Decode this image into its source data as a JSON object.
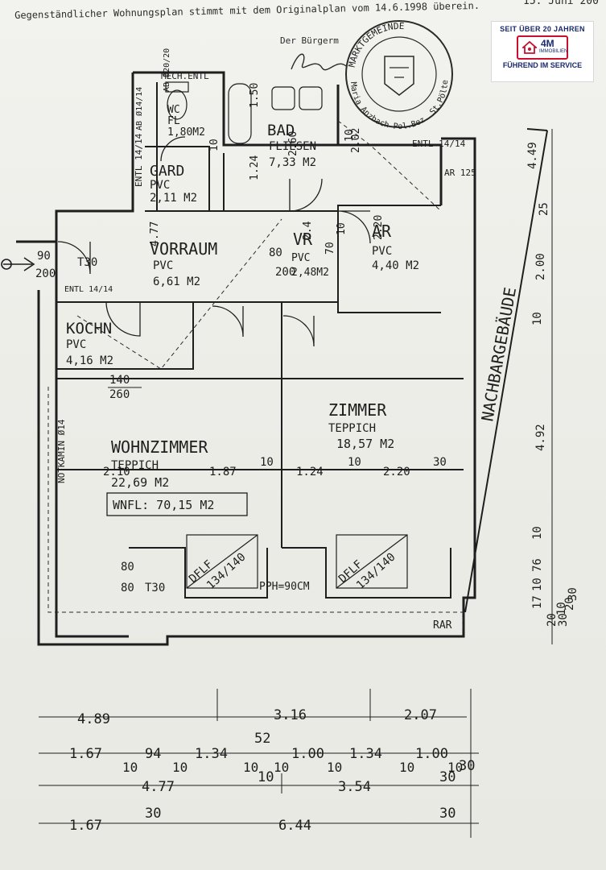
{
  "header": {
    "note": "Gegenständlicher Wohnungsplan stimmt mit dem Originalplan vom 14.6.1998 überein.",
    "date": "15. Juni 200",
    "signer": "Der Bürgerm"
  },
  "stamp": {
    "ring_top": "MARKTGEMEINDE",
    "ring_bottom": "Maria Anzbach Pol.Bez. St.Pölten, N.Ö."
  },
  "badge": {
    "top": "SEIT ÜBER 20 JAHREN",
    "brand": "4M",
    "brand_sub": "IMMOBILIEN",
    "bottom": "FÜHREND IM SERVICE",
    "accent": "#c8102e",
    "navy": "#1a2a6c"
  },
  "rooms": {
    "wc": {
      "name": "WC",
      "floor": "FL",
      "area": "1,80M2"
    },
    "bad": {
      "name": "BAD",
      "floor": "FLIESEN",
      "area": "7,33 M2"
    },
    "gard": {
      "name": "GARD",
      "floor": "PVC",
      "area": "2,11 M2"
    },
    "vorraum": {
      "name": "VORRAUM",
      "floor": "PVC",
      "area": "6,61 M2"
    },
    "vr": {
      "name": "VR",
      "floor": "PVC",
      "area": "2,48M2"
    },
    "ar": {
      "name": "AR",
      "floor": "PVC",
      "area": "4,40 M2"
    },
    "kochn": {
      "name": "KOCHN",
      "floor": "PVC",
      "area": "4,16 M2"
    },
    "wohnzimmer": {
      "name": "WOHNZIMMER",
      "floor": "TEPPICH",
      "area": "22,69 M2"
    },
    "zimmer": {
      "name": "ZIMMER",
      "floor": "TEPPICH",
      "area": "18,57 M2"
    }
  },
  "summary": {
    "wnfl": "WNFL: 70,15 M2"
  },
  "labels": {
    "nachbar": "NACHBARGEBÄUDE",
    "mech_entl": "MECH.ENTL",
    "entl_top_right": "ENTL 14/14",
    "entl_left": "ENTL 14/14",
    "entl_vorraum": "ENTL 14/14",
    "ar125": "AR 125",
    "notkamin": "NOTKAMIN Ø14",
    "pph": "PPH=90CM",
    "rar": "RAR",
    "t30_entry": "T30",
    "t30_bottom": "T30",
    "dflf": "DFLF",
    "dflf_size": "134/140",
    "ab_left": "AB Ø14/14",
    "ab_left2": "AB Ø20/20"
  },
  "doors": {
    "d1": "80",
    "d1b": "200",
    "entry_w": "90",
    "entry_h": "200",
    "kitchen_w": "140",
    "kitchen_h": "260"
  },
  "dims": {
    "row_walls": [
      "2.10",
      "1.87",
      "10",
      "1.24",
      "10",
      "2.20",
      "30"
    ],
    "bath_dims": [
      "1.50",
      "10",
      "1.24",
      "2.60",
      "10",
      "2.02",
      "10",
      "4.77",
      "2.4",
      "2.20",
      "70"
    ],
    "right_side": [
      "4.49",
      "25",
      "2.00",
      "10",
      "4.92",
      "10",
      "76",
      "10",
      "17",
      "20",
      "30",
      "10",
      "20",
      "30"
    ],
    "line1": [
      "4.89",
      "3.16",
      "2.07"
    ],
    "line2": [
      "1.67",
      "94",
      "1.34",
      "52",
      "1.00",
      "1.34",
      "1.00",
      "30"
    ],
    "line2_sub": [
      "10",
      "10",
      "10",
      "10",
      "10",
      "10",
      "10"
    ],
    "line3": [
      "4.77",
      "10",
      "3.54",
      "30"
    ],
    "line4": [
      "1.67",
      "30",
      "6.44",
      "30"
    ]
  }
}
